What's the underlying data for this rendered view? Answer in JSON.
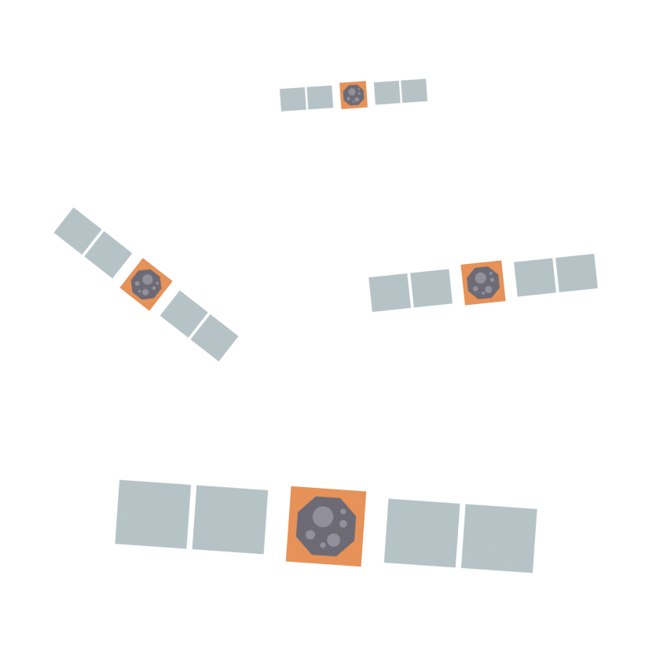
{
  "scene": {
    "background": "#ffffff",
    "description_free": true
  },
  "colors": {
    "panel": "#b4c2c6",
    "panel_edge": "#9fb0b6",
    "body": "#e98a3d",
    "body_edge": "#d9762a",
    "octagon": "#5e5a66",
    "crater": "#8c8893"
  },
  "satellites": [
    {
      "id": "satellite-top",
      "icon": "satellite-icon"
    },
    {
      "id": "satellite-left",
      "icon": "satellite-icon"
    },
    {
      "id": "satellite-right",
      "icon": "satellite-icon"
    },
    {
      "id": "satellite-bottom",
      "icon": "satellite-icon"
    }
  ]
}
